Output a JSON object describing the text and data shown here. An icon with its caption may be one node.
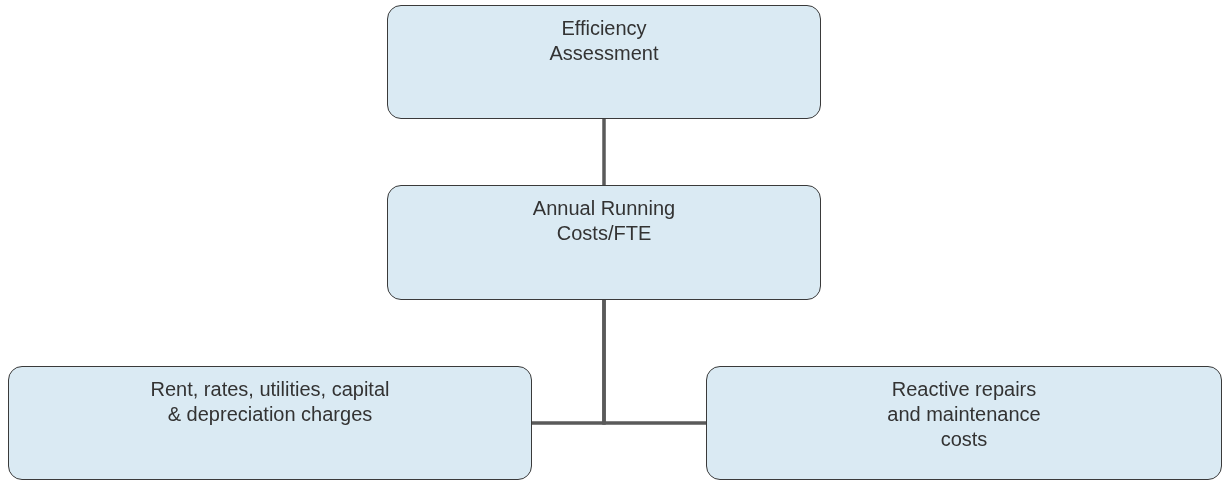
{
  "diagram": {
    "nodes": [
      {
        "text": [
          "Efficiency Assessment"
        ]
      },
      {
        "text": [
          "Annual Running Costs/FTE"
        ]
      },
      {
        "text": [
          "Rent, rates, utilities, capital & depreciation charges"
        ]
      },
      {
        "text": [
          "Reactive repairs and maintenance costs"
        ]
      }
    ],
    "edges": [
      {
        "from": 0,
        "to": 1,
        "arrow": "none"
      },
      {
        "from": 1,
        "to": 2,
        "arrow": "none"
      },
      {
        "from": 1,
        "to": 3,
        "arrow": "none"
      }
    ]
  }
}
